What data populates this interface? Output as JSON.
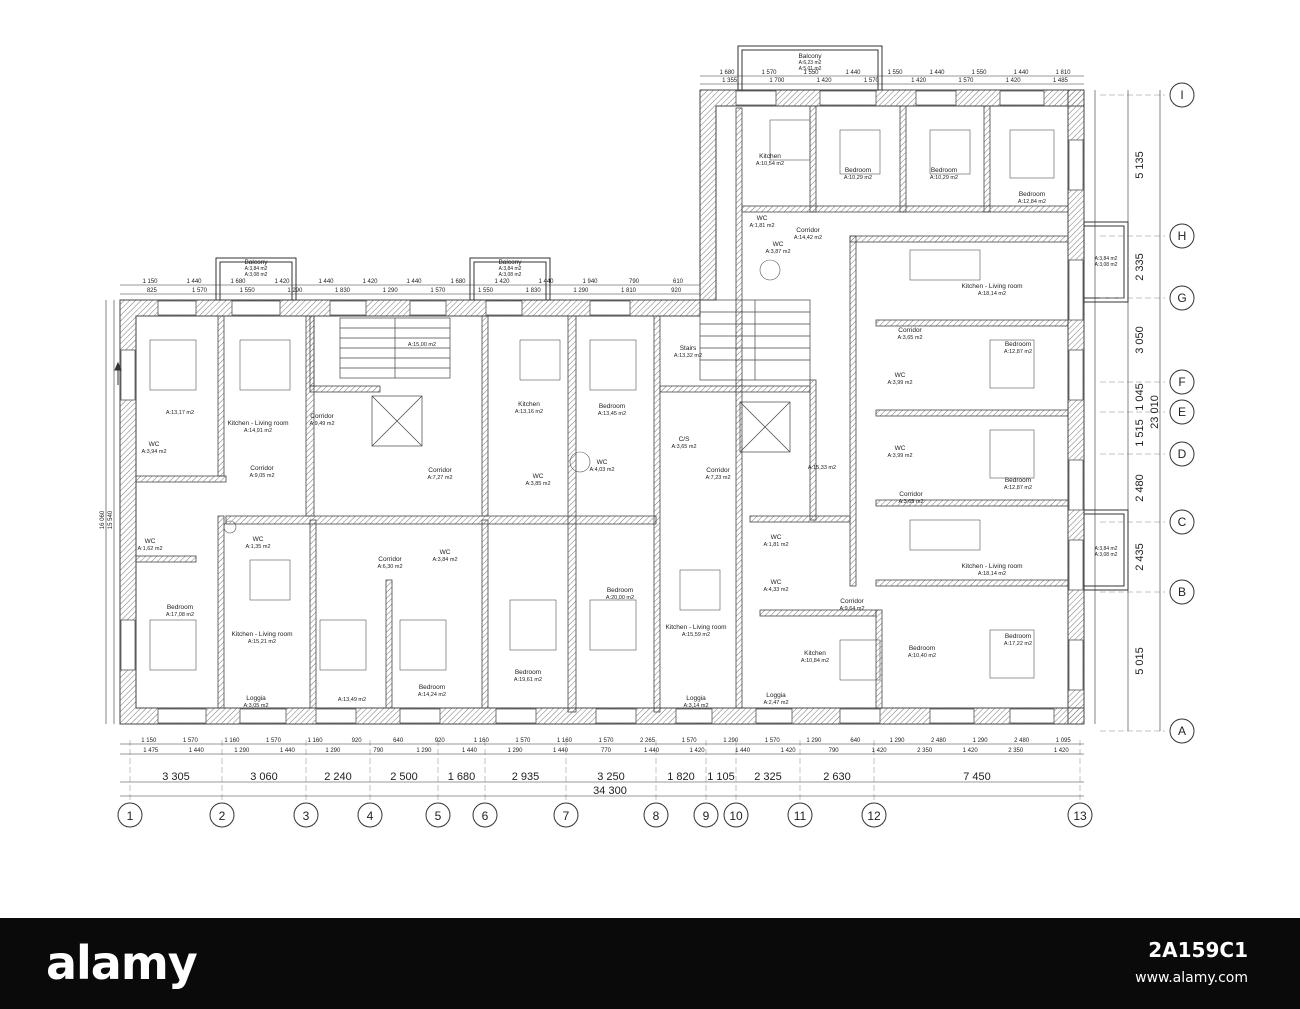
{
  "watermark": {
    "logo": "alamy",
    "image_id": "2A159C1",
    "url": "www.alamy.com"
  },
  "grid": {
    "columns": [
      "1",
      "2",
      "3",
      "4",
      "5",
      "6",
      "7",
      "8",
      "9",
      "10",
      "11",
      "12",
      "13"
    ],
    "rows": [
      "I",
      "H",
      "G",
      "F",
      "E",
      "D",
      "C",
      "B",
      "A"
    ]
  },
  "dimensions": {
    "overall": "34 300",
    "overall_height": "23 010",
    "bays": [
      "3 305",
      "3 060",
      "2 240",
      "2 500",
      "1 680",
      "2 935",
      "3 250",
      "1 820",
      "1 105",
      "2 325",
      "2 630",
      "7 450"
    ],
    "right_bays": [
      "5 135",
      "2 335",
      "3 050",
      "1 045",
      "1 515",
      "2 480",
      "2 435",
      "5 015"
    ],
    "left_outer": [
      "16 060",
      "15 540"
    ],
    "bottom_row1": [
      "1 150",
      "1 570",
      "1 160",
      "1 570",
      "1 160",
      "920",
      "640",
      "920",
      "1 160",
      "1 570",
      "1 160",
      "1 570",
      "2 265",
      "1 570",
      "1 290",
      "1 570",
      "1 290",
      "640",
      "1 290",
      "2 480",
      "1 290",
      "2 480",
      "1 095"
    ],
    "bottom_row2": [
      "1 475",
      "1 440",
      "1 290",
      "1 440",
      "1 290",
      "790",
      "1 290",
      "1 440",
      "1 290",
      "1 440",
      "770",
      "1 440",
      "1 420",
      "1 440",
      "1 420",
      "790",
      "1 420",
      "2 350",
      "1 420",
      "2 350",
      "1 420"
    ],
    "top_left_row1": [
      "1 150",
      "1 440",
      "1 680",
      "1 420",
      "1 440",
      "1 420",
      "1 440",
      "1 680",
      "1 420",
      "1 440",
      "1 940",
      "790",
      "610"
    ],
    "top_left_row2": [
      "825",
      "1 570",
      "1 550",
      "1 290",
      "1 830",
      "1 290",
      "1 570",
      "1 550",
      "1 830",
      "1 290",
      "1 810",
      "920"
    ],
    "top_right_row1": [
      "1 680",
      "1 570",
      "1 550",
      "1 440",
      "1 550",
      "1 440",
      "1 550",
      "1 440",
      "1 810"
    ],
    "top_right_row2": [
      "1 355",
      "1 700",
      "1 420",
      "1 570",
      "1 420",
      "1 570",
      "1 420",
      "1 485"
    ]
  },
  "balconies": [
    {
      "name": "Balcony",
      "area1": "A:6,23 m2",
      "area2": "A:5,01 m2"
    },
    {
      "name": "Balcony",
      "area1": "A:3,84 m2",
      "area2": "A:3,08 m2"
    },
    {
      "name": "Balcony",
      "area1": "A:3,84 m2",
      "area2": "A:3,08 m2"
    },
    {
      "name": "",
      "area1": "A:3,84 m2",
      "area2": "A:3,08 m2"
    },
    {
      "name": "",
      "area1": "A:3,84 m2",
      "area2": "A:3,08 m2"
    }
  ],
  "rooms": [
    {
      "name": "Kitchen",
      "area": "A:10,54 m2"
    },
    {
      "name": "Bedroom",
      "area": "A:10,29 m2"
    },
    {
      "name": "Bedroom",
      "area": "A:10,29 m2"
    },
    {
      "name": "Bedroom",
      "area": "A:12,84 m2"
    },
    {
      "name": "WC",
      "area": "A:1,81 m2"
    },
    {
      "name": "Corridor",
      "area": "A:14,42 m2"
    },
    {
      "name": "WC",
      "area": "A:3,87 m2"
    },
    {
      "name": "Kitchen - Living room",
      "area": "A:18,14 m2"
    },
    {
      "name": "Corridor",
      "area": "A:3,65 m2"
    },
    {
      "name": "Bedroom",
      "area": "A:12,87 m2"
    },
    {
      "name": "WC",
      "area": "A:3,99 m2"
    },
    {
      "name": "WC",
      "area": "A:3,99 m2"
    },
    {
      "name": "Bedroom",
      "area": "A:12,87 m2"
    },
    {
      "name": "Corridor",
      "area": "A:3,65 m2"
    },
    {
      "name": "Kitchen - Living room",
      "area": "A:18,14 m2"
    },
    {
      "name": "Stairs",
      "area": "A:13,32 m2"
    },
    {
      "name": "",
      "area": "A:15,33 m2"
    },
    {
      "name": "",
      "area": "A:15,00 m2"
    },
    {
      "name": "",
      "area": "A:13,17 m2"
    },
    {
      "name": "Kitchen - Living room",
      "area": "A:14,91 m2"
    },
    {
      "name": "Corridor",
      "area": "A:9,49 m2"
    },
    {
      "name": "Kitchen",
      "area": "A:13,16 m2"
    },
    {
      "name": "Bedroom",
      "area": "A:13,45 m2"
    },
    {
      "name": "WC",
      "area": "A:3,94 m2"
    },
    {
      "name": "Corridor",
      "area": "A:9,05 m2"
    },
    {
      "name": "Corridor",
      "area": "A:7,27 m2"
    },
    {
      "name": "WC",
      "area": "A:3,85 m2"
    },
    {
      "name": "WC",
      "area": "A:4,03 m2"
    },
    {
      "name": "C/S",
      "area": "A:3,65 m2"
    },
    {
      "name": "Corridor",
      "area": "A:7,23 m2"
    },
    {
      "name": "WC",
      "area": "A:1,62 m2"
    },
    {
      "name": "WC",
      "area": "A:1,35 m2"
    },
    {
      "name": "Corridor",
      "area": "A:6,30 m2"
    },
    {
      "name": "WC",
      "area": "A:3,84 m2"
    },
    {
      "name": "WC",
      "area": "A:1,81 m2"
    },
    {
      "name": "WC",
      "area": "A:4,33 m2"
    },
    {
      "name": "Corridor",
      "area": "A:9,64 m2"
    },
    {
      "name": "Bedroom",
      "area": "A:17,08 m2"
    },
    {
      "name": "Kitchen - Living room",
      "area": "A:15,21 m2"
    },
    {
      "name": "",
      "area": "A:13,49 m2"
    },
    {
      "name": "Bedroom",
      "area": "A:14,24 m2"
    },
    {
      "name": "Bedroom",
      "area": "A:19,61 m2"
    },
    {
      "name": "Bedroom",
      "area": "A:20,00 m2"
    },
    {
      "name": "Kitchen - Living room",
      "area": "A:15,59 m2"
    },
    {
      "name": "Kitchen",
      "area": "A:10,84 m2"
    },
    {
      "name": "Bedroom",
      "area": "A:10,40 m2"
    },
    {
      "name": "Bedroom",
      "area": "A:17,22 m2"
    },
    {
      "name": "Loggia",
      "area": "A:3,05 m2"
    },
    {
      "name": "Loggia",
      "area": "A:3,14 m2"
    },
    {
      "name": "Loggia",
      "area": "A:2,47 m2"
    }
  ]
}
